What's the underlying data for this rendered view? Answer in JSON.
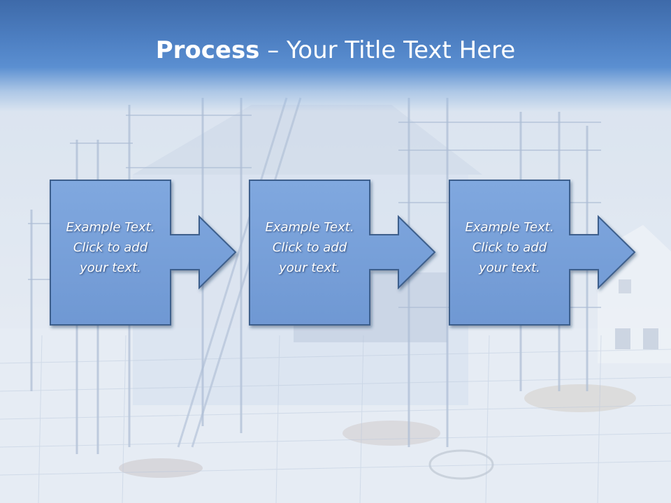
{
  "slide": {
    "title_bold": "Process",
    "title_rest": " – Your Title Text Here"
  },
  "steps": [
    {
      "line1": "Example Text.",
      "line2": "Click  to add",
      "line3": "your text."
    },
    {
      "line1": "Example Text.",
      "line2": "Click  to add",
      "line3": "your text."
    },
    {
      "line1": "Example Text.",
      "line2": "Click  to add",
      "line3": "your text."
    }
  ],
  "colors": {
    "header": "#4d7fc2",
    "step_fill": "#7aa3dc",
    "step_border": "#3e5f8c",
    "text": "#ffffff"
  },
  "background": "construction-site-photo"
}
